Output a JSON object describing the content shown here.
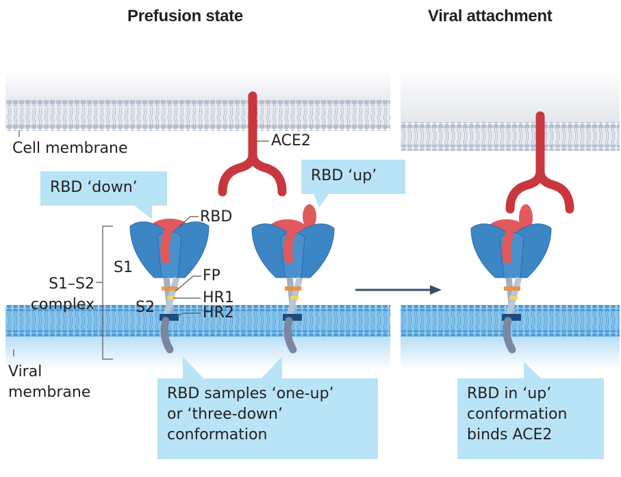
{
  "titles": {
    "left": "Prefusion state",
    "right": "Viral attachment"
  },
  "labels": {
    "cell_membrane": "Cell membrane",
    "viral_membrane_line1": "Viral",
    "viral_membrane_line2": "membrane",
    "ace2": "ACE2",
    "rbd": "RBD",
    "s1": "S1",
    "s2": "S2",
    "fp": "FP",
    "hr1": "HR1",
    "hr2": "HR2",
    "complex_line1": "S1–S2",
    "complex_line2": "complex"
  },
  "callouts": {
    "rbd_down": "RBD ‘down’",
    "rbd_up": "RBD ‘up’",
    "samples_line1": "RBD samples ‘one-up’",
    "samples_line2": "or ‘three-down’",
    "samples_line3": "conformation",
    "binds_line1": "RBD in ‘up’",
    "binds_line2": "conformation",
    "binds_line3": "binds ACE2"
  },
  "colors": {
    "ace2_red": "#c8373d",
    "rbd_red": "#e0595d",
    "spike_blue": "#3d86c6",
    "viral_membrane_blue": "#4d9bd6",
    "cell_membrane_grey": "#b6bfd0",
    "callout_bg": "#b9e3f6",
    "arrow": "#3b4d68",
    "hr1_orange": "#f0923a",
    "hr2_navy": "#1b4d82"
  }
}
